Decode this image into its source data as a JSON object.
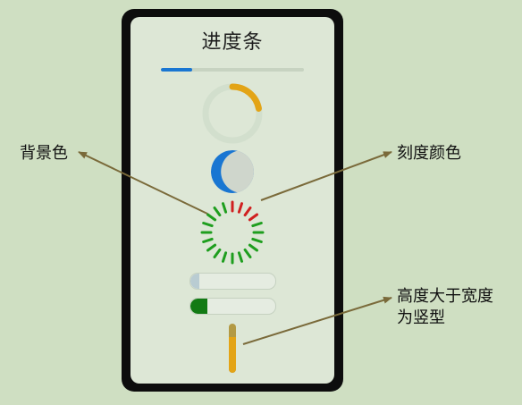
{
  "screen": {
    "title": "进度条"
  },
  "progress": {
    "linear": {
      "value": 0.22,
      "color": "#1976d2",
      "track": "#c7d3c1"
    },
    "ring": {
      "value": 0.22,
      "color": "#e3a416",
      "track": "#d2dfcd"
    },
    "eclipse": {
      "value": 0.5,
      "color": "#1976d2",
      "background": "#cfd6cc"
    },
    "scale_ring": {
      "ticks": 20,
      "value": 0.2,
      "color": "#1e9e1e",
      "scale_color": "#d02020"
    },
    "capsule_1": {
      "value": 0.1,
      "color": "#b9ccd2",
      "track": "#e5ece1"
    },
    "capsule_2": {
      "value": 0.2,
      "color": "#127a14",
      "track": "#e5ece1"
    },
    "vertical": {
      "value": 0.72,
      "color": "#e3a416",
      "track": "#b39a44"
    }
  },
  "annotations": {
    "background_color": "背景色",
    "scale_color": "刻度颜色",
    "height_line1": "高度大于宽度",
    "height_line2": "为竖型"
  },
  "colors": {
    "page_background": "#cfdfc2",
    "arrow": "#7a6a3a"
  }
}
